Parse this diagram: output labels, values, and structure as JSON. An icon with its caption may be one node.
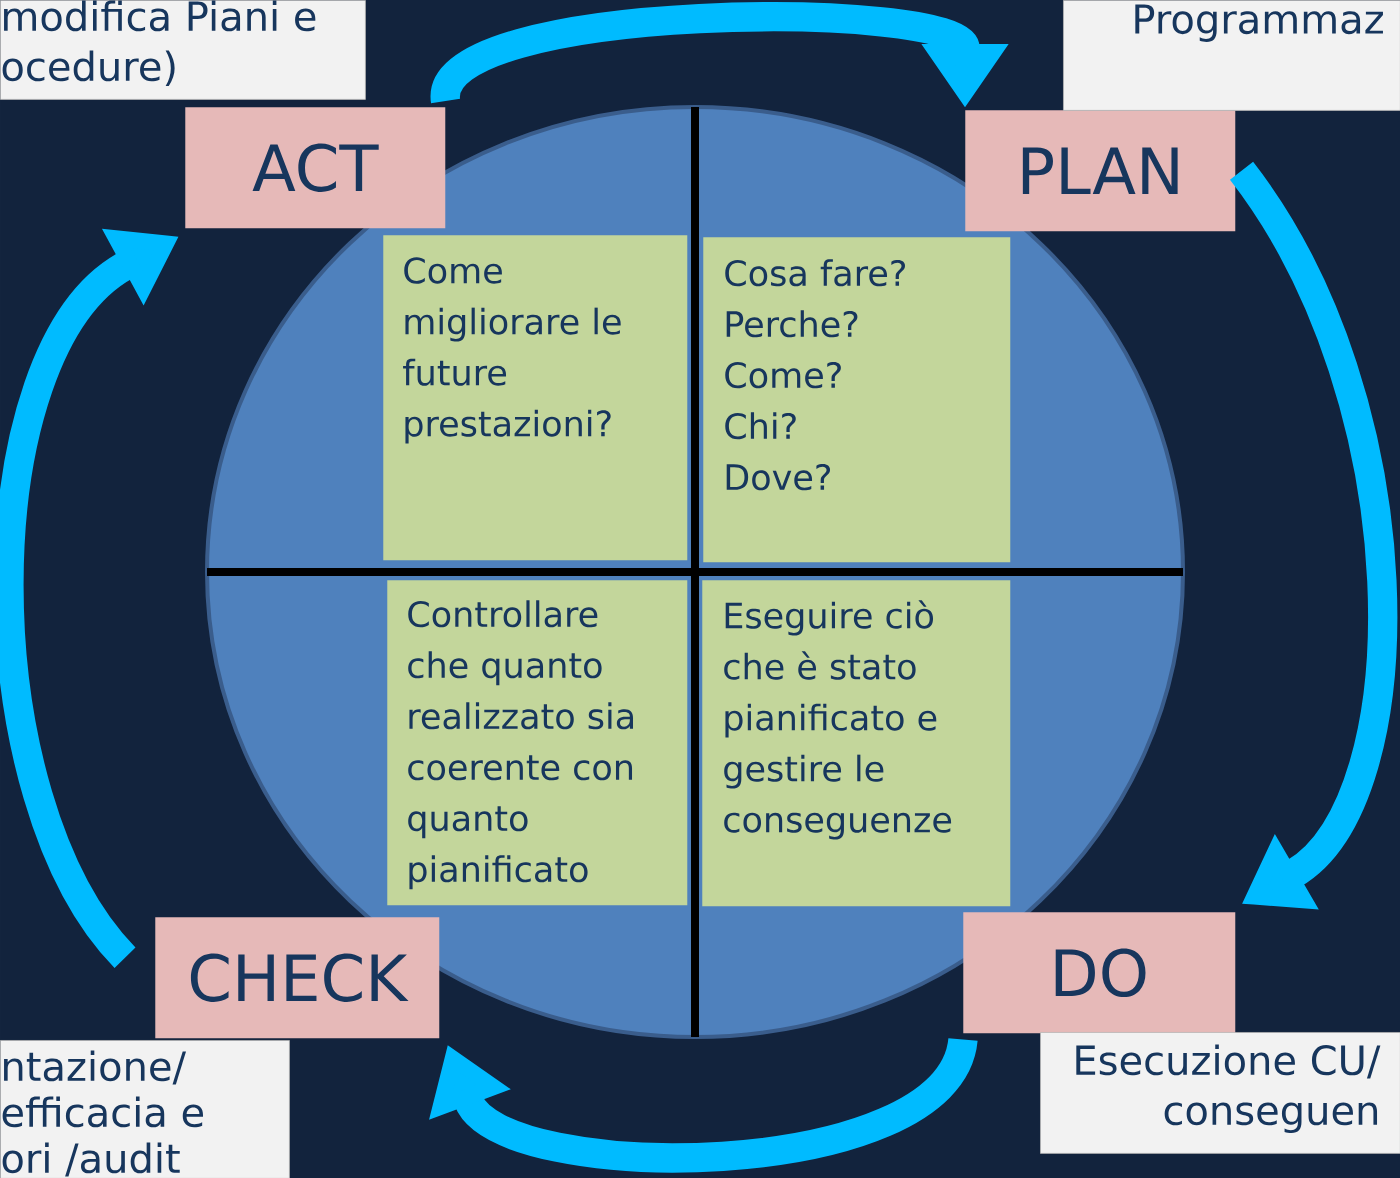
{
  "diagram": {
    "nodes": [
      {
        "text": [],
        "shape": "circle"
      },
      {
        "text": [
          "ACT"
        ]
      },
      {
        "text": [
          "PLAN"
        ]
      },
      {
        "text": [
          "CHECK"
        ]
      },
      {
        "text": [
          "DO"
        ]
      },
      {
        "text": [
          "Come migliorare le future prestazioni?"
        ],
        "in": 0
      },
      {
        "text": [
          "Cosa fare? Perche? Come? Chi? Dove?"
        ],
        "in": 0
      },
      {
        "text": [
          "Controllare che quanto realizzato sia coerente con quanto pianificato"
        ],
        "in": 0
      },
      {
        "text": [
          "Eseguire ciò che è stato pianificato e gestire le conseguenze"
        ],
        "in": 0
      },
      {
        "text": [
          "modifica Piani e ocedure)"
        ]
      },
      {
        "text": [
          "Programmaz"
        ]
      },
      {
        "text": [
          "ntazione/ efficacia e ori /audit"
        ]
      },
      {
        "text": [
          "Esecuzione CU/ conseguen"
        ]
      }
    ],
    "edges": [
      {
        "from": 1,
        "to": 2,
        "arrow": "to"
      },
      {
        "from": 2,
        "to": 4,
        "arrow": "to"
      },
      {
        "from": 4,
        "to": 3,
        "arrow": "to"
      },
      {
        "from": 3,
        "to": 1,
        "arrow": "to"
      }
    ]
  }
}
